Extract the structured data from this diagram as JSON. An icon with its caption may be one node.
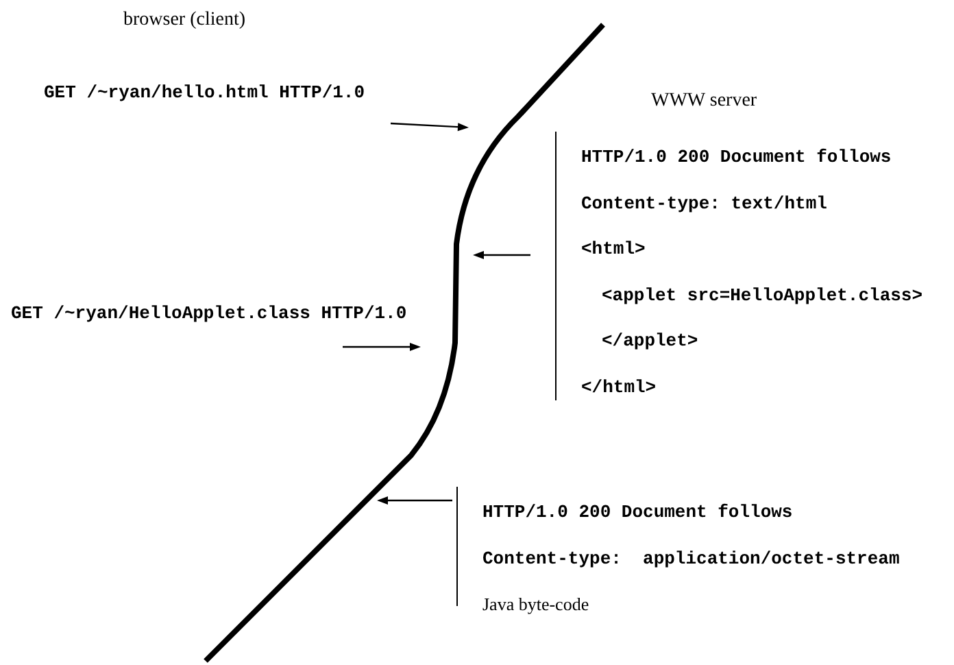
{
  "diagram": {
    "nodes": [
      {
        "text": [
          "HTTP/1.0 200 Document follows",
          "Content-type: text/html",
          "<html>",
          "<applet src=HelloApplet.class>",
          "</applet>",
          "</html>"
        ]
      },
      {
        "text": [
          "HTTP/1.0 200 Document follows",
          "Content-type:  application/octet-stream",
          "Java byte-code"
        ]
      }
    ],
    "labels": [
      "browser (client)",
      "GET /~ryan/hello.html HTTP/1.0",
      "WWW server",
      "GET /~ryan/HelloApplet.class HTTP/1.0"
    ]
  }
}
